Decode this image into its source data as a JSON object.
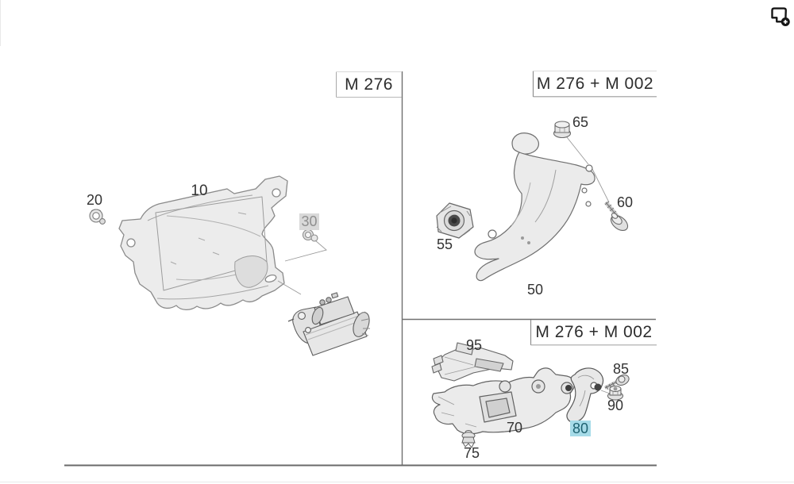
{
  "window": {
    "corner_icon": "add-view-icon"
  },
  "panels": {
    "left": {
      "header": "M 276",
      "parts": {
        "p10": {
          "label": "10",
          "highlight": "none"
        },
        "p20": {
          "label": "20",
          "highlight": "none"
        },
        "p30": {
          "label": "30",
          "highlight": "gray"
        }
      }
    },
    "top_right": {
      "header": "M 276 + M 002",
      "parts": {
        "p50": {
          "label": "50",
          "highlight": "none"
        },
        "p55": {
          "label": "55",
          "highlight": "none"
        },
        "p60": {
          "label": "60",
          "highlight": "none"
        },
        "p65": {
          "label": "65",
          "highlight": "none"
        }
      }
    },
    "bottom_right": {
      "header": "M 276 + M 002",
      "parts": {
        "p70": {
          "label": "70",
          "highlight": "none"
        },
        "p75": {
          "label": "75",
          "highlight": "none"
        },
        "p80": {
          "label": "80",
          "highlight": "blue"
        },
        "p85": {
          "label": "85",
          "highlight": "none"
        },
        "p90": {
          "label": "90",
          "highlight": "none"
        },
        "p95": {
          "label": "95",
          "highlight": "none"
        }
      }
    }
  },
  "colors": {
    "divider_line": "#6e6e6e",
    "box_border": "#a8a8a8",
    "drawing_outline": "#6f6f6f",
    "drawing_fill": "#ebebeb",
    "label_text": "#333333",
    "highlight_gray_bg": "#d9d9d9",
    "highlight_gray_text": "#8f8f8f",
    "highlight_blue_bg": "#a6dbe8",
    "highlight_blue_text": "#1d6170"
  }
}
